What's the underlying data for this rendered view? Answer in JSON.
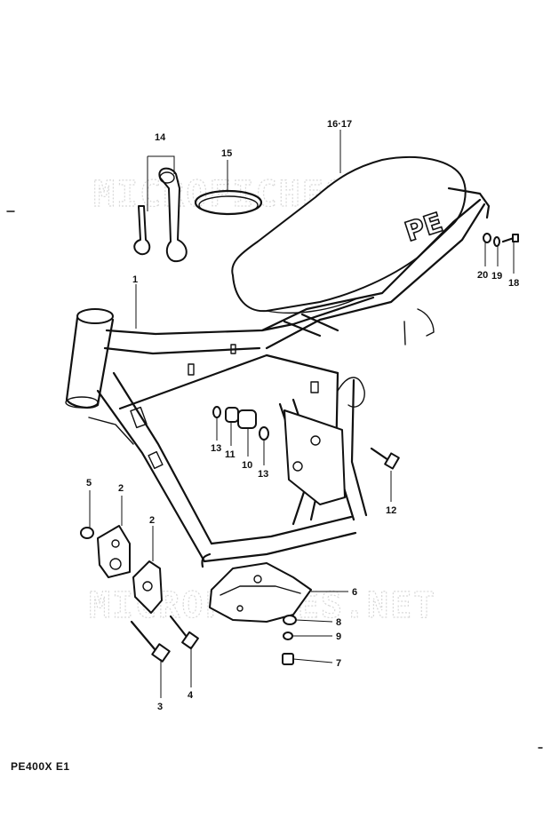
{
  "diagram": {
    "model_code": "PE400X E1",
    "seat_lettering": "PE",
    "watermark_top": "MICROFICHES.NET",
    "watermark_bottom": "MICROFICHES.NET",
    "callouts": {
      "c1": "1",
      "c2a": "2",
      "c2b": "2",
      "c3": "3",
      "c4": "4",
      "c5": "5",
      "c6": "6",
      "c7": "7",
      "c8": "8",
      "c9": "9",
      "c10": "10",
      "c11": "11",
      "c12": "12",
      "c13a": "13",
      "c13b": "13",
      "c14": "14",
      "c15": "15",
      "c1617": "16·17",
      "c18": "18",
      "c19": "19",
      "c20": "20"
    }
  }
}
